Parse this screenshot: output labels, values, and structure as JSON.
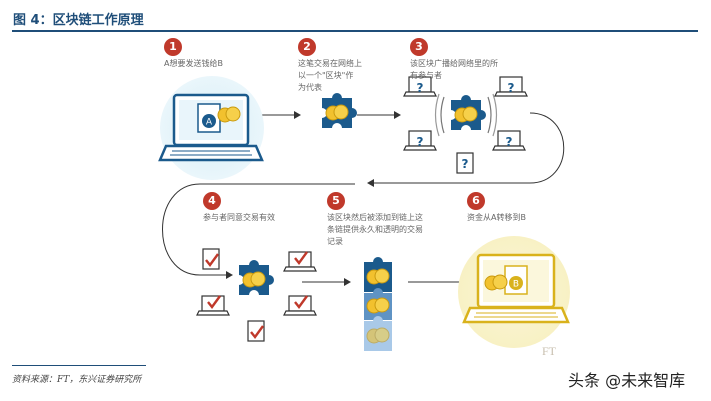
{
  "figure": {
    "title": "图 4：区块链工作原理",
    "source": "资料来源：FT，东兴证券研究所",
    "credit": "FT",
    "watermark": "头条 @未来智库"
  },
  "steps": [
    {
      "number": "1",
      "lines": [
        "A想要发送钱给B"
      ]
    },
    {
      "number": "2",
      "lines": [
        "这笔交易在网络上",
        "以一个\"区块\"作",
        "为代表"
      ]
    },
    {
      "number": "3",
      "lines": [
        "该区块广播给网络里的所",
        "有参与者"
      ]
    },
    {
      "number": "4",
      "lines": [
        "参与者同意交易有效"
      ]
    },
    {
      "number": "5",
      "lines": [
        "该区块然后被添加到链上这",
        "条链提供永久和透明的交易",
        "记录"
      ]
    },
    {
      "number": "6",
      "lines": [
        "资金从A转移到B"
      ]
    }
  ],
  "icons": {
    "laptop_a_letter": "A",
    "laptop_b_letter": "B",
    "question_mark": "?"
  },
  "colors": {
    "title_blue": "#1f4e79",
    "step_red": "#c0392b",
    "block_blue": "#1b5a8c",
    "coin_gold": "#f2c12e",
    "laptop_a_glow": "#d6eef8",
    "laptop_b_glow": "#f8f1c4"
  }
}
